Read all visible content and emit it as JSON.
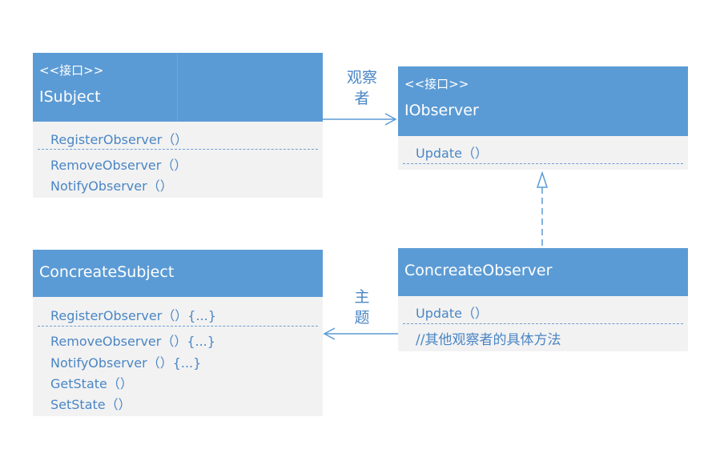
{
  "isubject": {
    "stereotype": "<<接口>>",
    "name": "ISubject",
    "methods": [
      "RegisterObserver（）",
      "RemoveObserver（）",
      "NotifyObserver（）"
    ]
  },
  "iobserver": {
    "stereotype": "<<接口>>",
    "name": "IObserver",
    "methods": [
      "Update（）"
    ]
  },
  "concrete_subject": {
    "name": "ConcreateSubject",
    "methods": [
      "RegisterObserver（）{...}",
      "RemoveObserver（）{...}",
      "NotifyObserver（）{...}",
      "GetState（）",
      "SetState（）"
    ]
  },
  "concrete_observer": {
    "name": "ConcreateObserver",
    "methods": [
      "Update（）",
      "//其他观察者的具体方法"
    ]
  },
  "connectors": {
    "observer_label_line1": "观察",
    "observer_label_line2": "者",
    "subject_label_line1": "主",
    "subject_label_line2": "题"
  },
  "colors": {
    "header": "#5b9bd5",
    "body": "#f2f2f2",
    "accent_text": "#4a86c5",
    "connector": "#5b9bd5"
  }
}
